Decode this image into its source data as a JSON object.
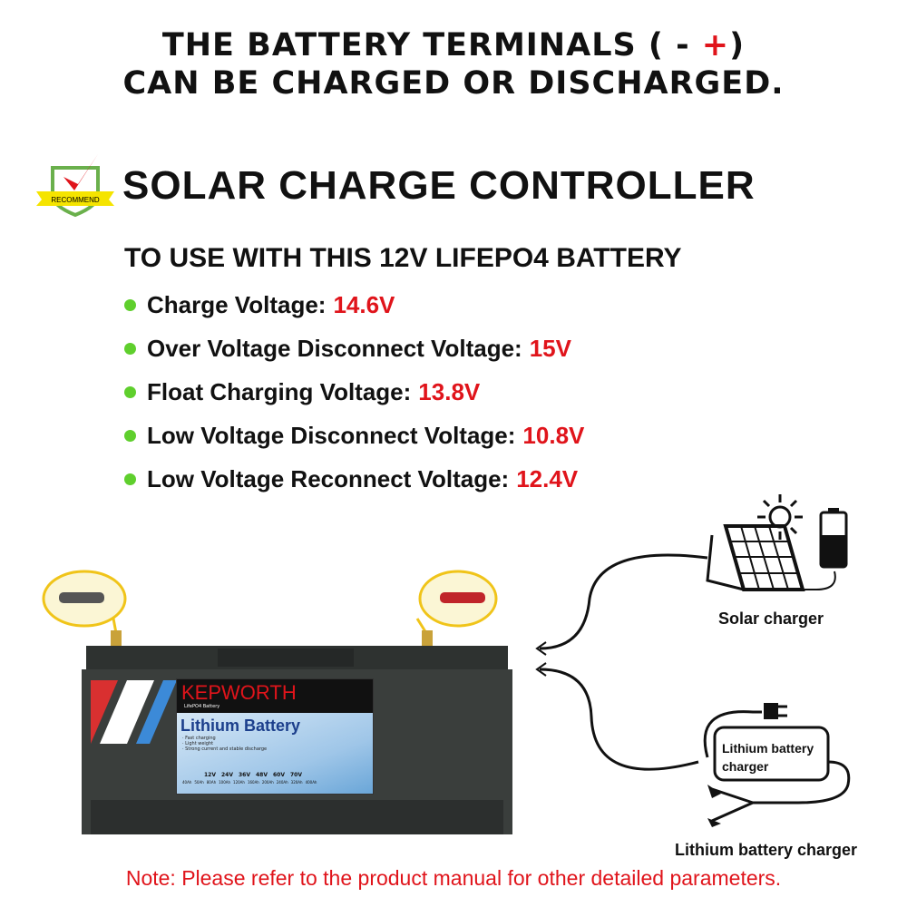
{
  "headline": {
    "line1_prefix": "THE BATTERY TERMINALS ( -  ",
    "line1_plus": "+",
    "line1_suffix": ")",
    "line2": "CAN BE CHARGED OR DISCHARGED."
  },
  "badge": {
    "text": "RECOMMEND"
  },
  "section_title": "SOLAR CHARGE CONTROLLER",
  "subtitle": "TO USE WITH THIS 12V LIFEPO4 BATTERY",
  "specs": [
    {
      "label": "Charge Voltage:",
      "value": "14.6V"
    },
    {
      "label": "Over Voltage Disconnect Voltage:",
      "value": "15V"
    },
    {
      "label": "Float Charging Voltage:",
      "value": "13.8V"
    },
    {
      "label": "Low Voltage Disconnect Voltage:",
      "value": "10.8V"
    },
    {
      "label": "Low Voltage Reconnect Voltage:",
      "value": "12.4V"
    }
  ],
  "battery_label": {
    "brand": "KEPWORTH",
    "sub": "LifePO4 Battery",
    "title": "Lithium Battery",
    "features": [
      "· Fast charging",
      "· Light weight",
      "· Strong current and stable discharge"
    ],
    "voltages": [
      "12V",
      "24V",
      "36V",
      "48V",
      "60V",
      "70V"
    ],
    "capacities": [
      "40Ah",
      "50Ah",
      "80Ah",
      "100Ah",
      "120Ah",
      "160Ah",
      "200Ah",
      "240Ah",
      "320Ah",
      "400Ah"
    ]
  },
  "diagram": {
    "solar_label": "Solar charger",
    "charger_box": "Lithium battery charger",
    "charger_label": "Lithium battery charger"
  },
  "note": "Note:  Please refer to the product manual for other detailed parameters.",
  "colors": {
    "accent_red": "#e0141b",
    "bullet_green": "#5fcf2d"
  }
}
